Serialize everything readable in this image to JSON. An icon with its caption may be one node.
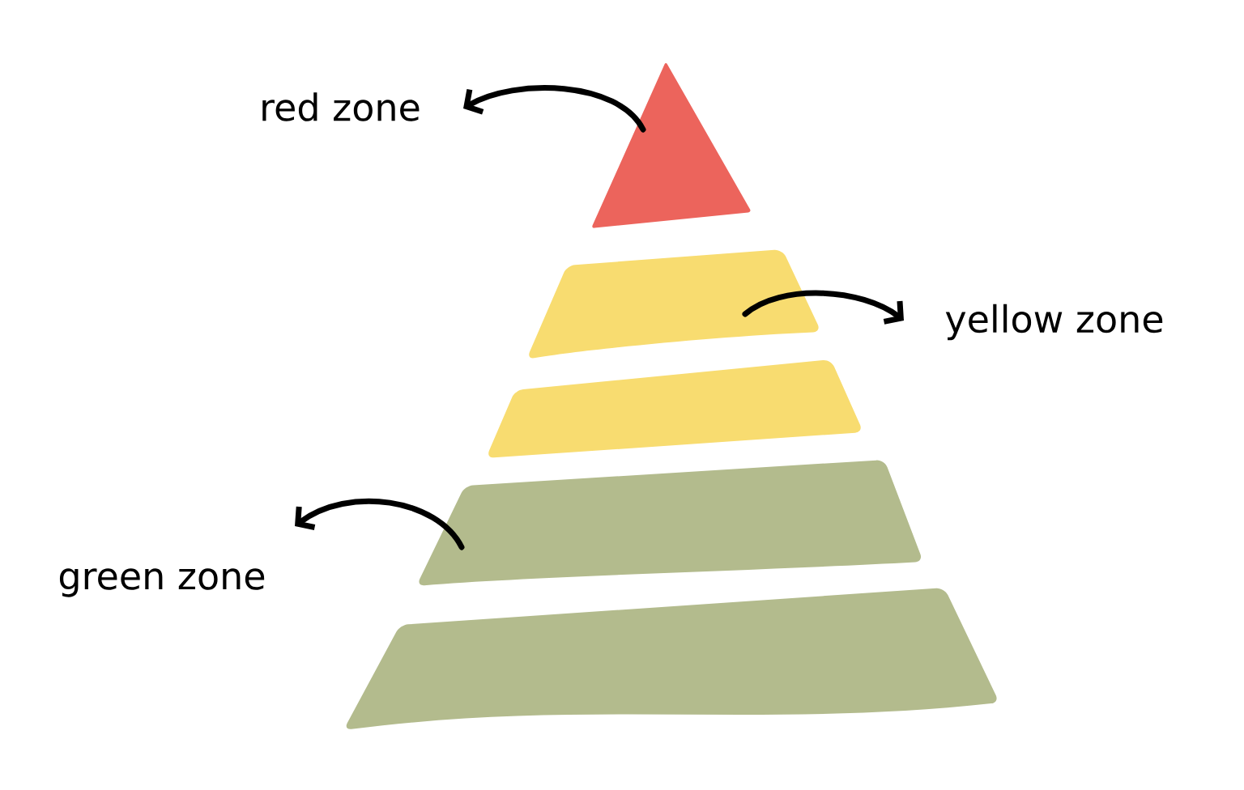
{
  "diagram": {
    "nodes": [
      {
        "text": [
          "red zone"
        ]
      },
      {
        "text": [],
        "shape": "triangle"
      },
      {
        "text": [],
        "shape": "band"
      },
      {
        "text": [
          "yellow zone"
        ]
      },
      {
        "text": [],
        "shape": "band"
      },
      {
        "text": [],
        "shape": "band"
      },
      {
        "text": [
          "green zone"
        ]
      },
      {
        "text": [],
        "shape": "band"
      }
    ],
    "edges": [
      {
        "from": 1,
        "to": 0,
        "arrow": "to"
      },
      {
        "from": 2,
        "to": 3,
        "arrow": "to"
      },
      {
        "from": 5,
        "to": 6,
        "arrow": "to"
      }
    ]
  }
}
